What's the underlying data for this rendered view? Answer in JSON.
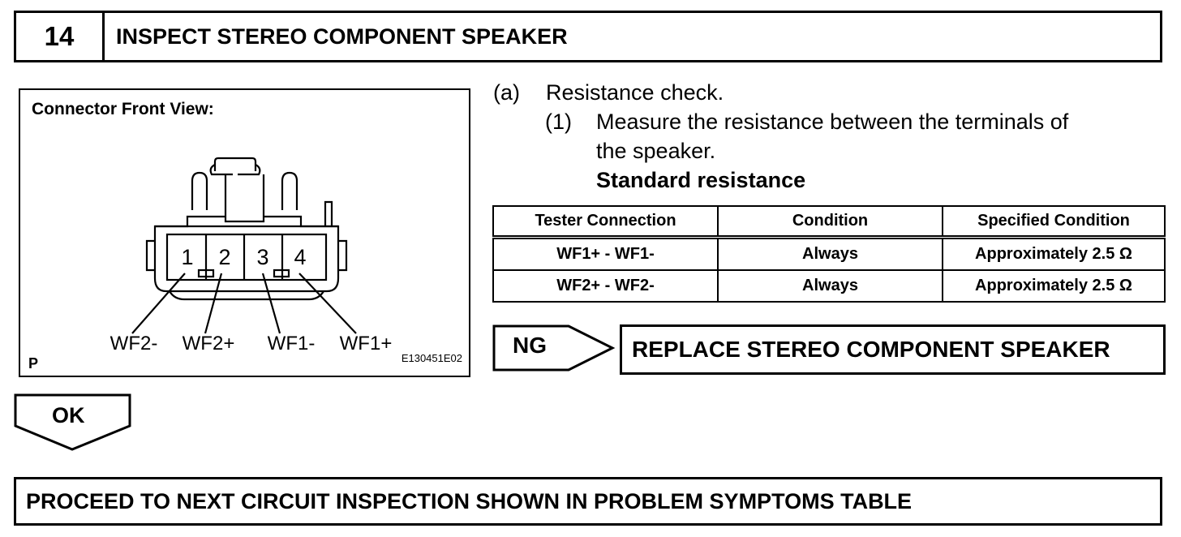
{
  "step": {
    "number": "14",
    "title": "INSPECT STEREO COMPONENT SPEAKER"
  },
  "figure": {
    "title": "Connector Front View:",
    "terminals": [
      "1",
      "2",
      "3",
      "4"
    ],
    "wire_labels": [
      "WF2-",
      "WF2+",
      "WF1-",
      "WF1+"
    ],
    "side_mark": "P",
    "code": "E130451E02"
  },
  "instructions": {
    "a_marker": "(a)",
    "a_text": "Resistance check.",
    "one_marker": "(1)",
    "one_line1": "Measure the resistance between the terminals of",
    "one_line2": "the speaker.",
    "standard_heading": "Standard resistance"
  },
  "table": {
    "headers": [
      "Tester Connection",
      "Condition",
      "Specified Condition"
    ],
    "rows": [
      [
        "WF1+ - WF1-",
        "Always",
        "Approximately 2.5 Ω"
      ],
      [
        "WF2+ - WF2-",
        "Always",
        "Approximately 2.5 Ω"
      ]
    ]
  },
  "ng": {
    "label": "NG",
    "action": "REPLACE STEREO COMPONENT SPEAKER"
  },
  "ok": {
    "label": "OK",
    "action": "PROCEED TO NEXT CIRCUIT INSPECTION SHOWN IN PROBLEM SYMPTOMS TABLE"
  }
}
